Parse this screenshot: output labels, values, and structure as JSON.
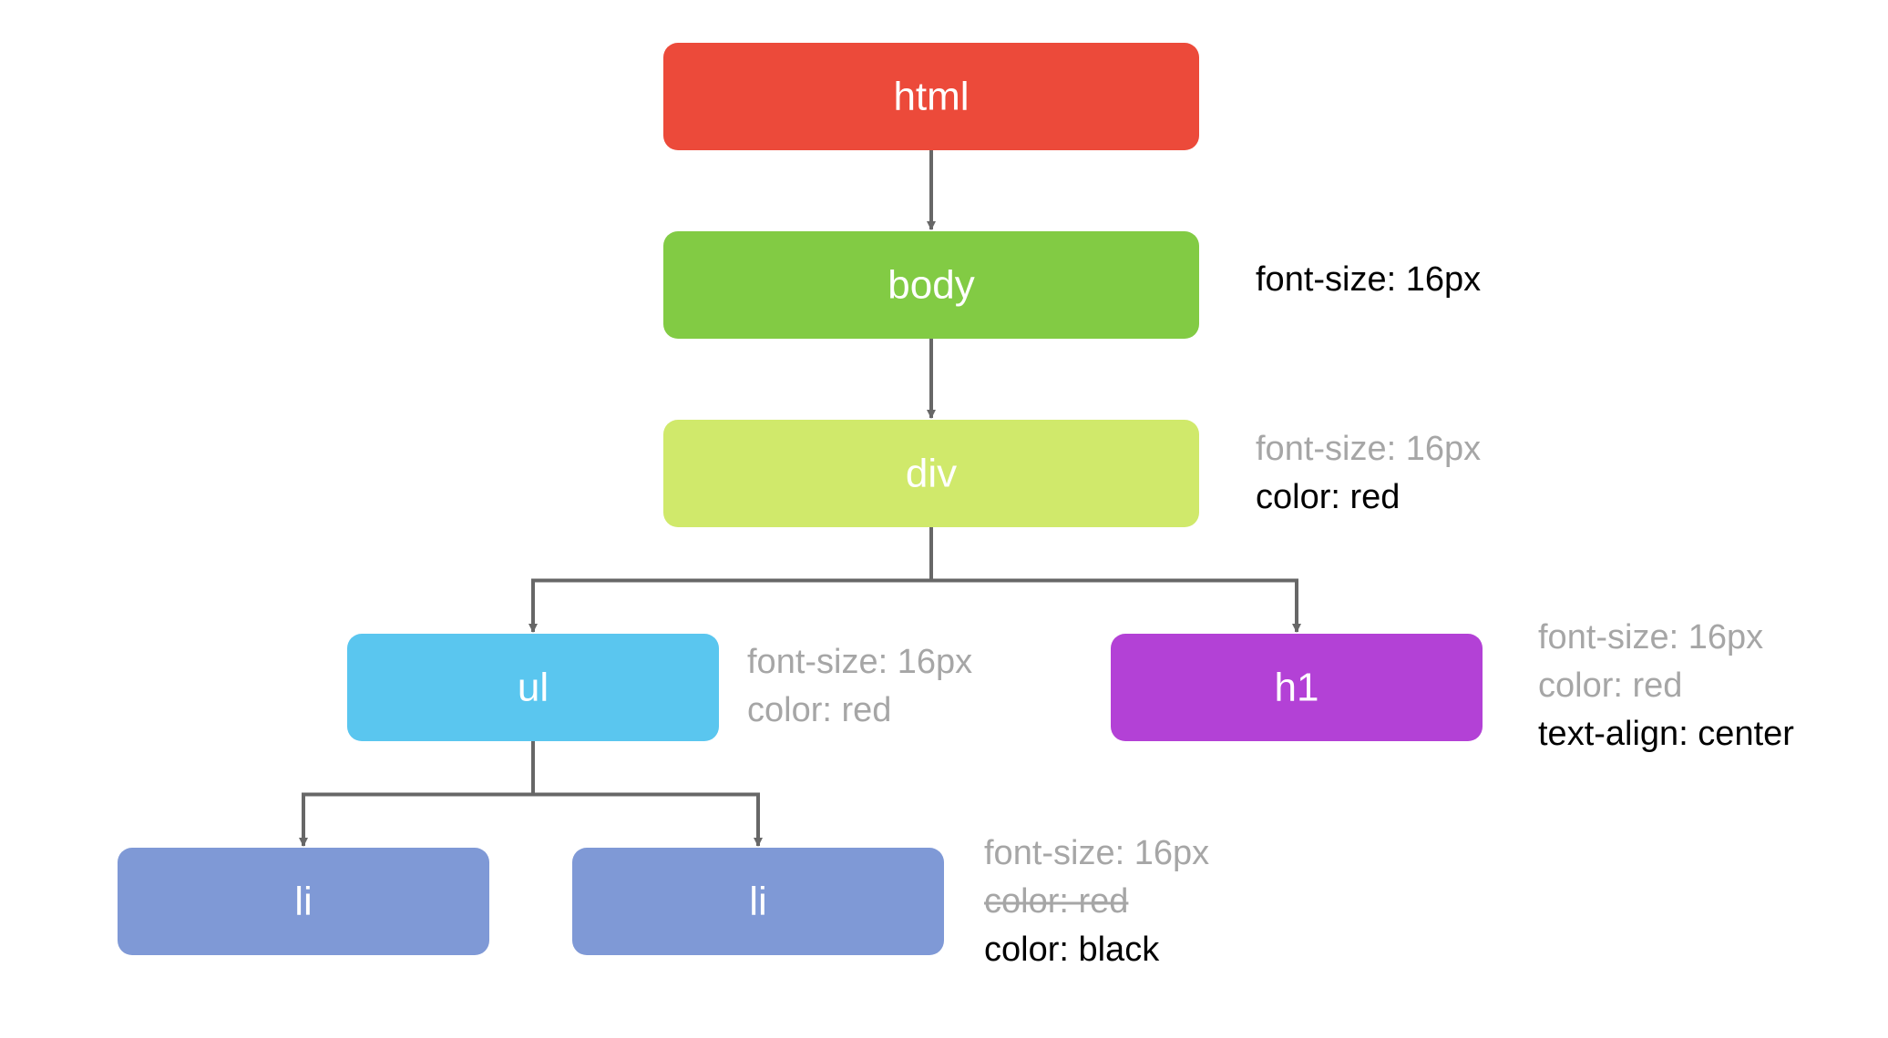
{
  "colors": {
    "edge": "#676767",
    "inherited_text": "#a6a6a6",
    "own_text": "#000000"
  },
  "nodes": {
    "html": {
      "label": "html",
      "color": "#ec4a3a"
    },
    "body": {
      "label": "body",
      "color": "#82cb44"
    },
    "div": {
      "label": "div",
      "color": "#d0e96b"
    },
    "ul": {
      "label": "ul",
      "color": "#5ac6ef"
    },
    "h1": {
      "label": "h1",
      "color": "#b341d6"
    },
    "li_left": {
      "label": "li",
      "color": "#7f99d6"
    },
    "li_right": {
      "label": "li",
      "color": "#7f99d6"
    }
  },
  "edges": [
    {
      "from": "html",
      "to": "body"
    },
    {
      "from": "body",
      "to": "div"
    },
    {
      "from": "div",
      "to": "ul"
    },
    {
      "from": "div",
      "to": "h1"
    },
    {
      "from": "ul",
      "to": "li_left"
    },
    {
      "from": "ul",
      "to": "li_right"
    }
  ],
  "annotations": {
    "body": [
      {
        "text": "font-size: 16px",
        "style": "own"
      }
    ],
    "div": [
      {
        "text": "font-size: 16px",
        "style": "inherited"
      },
      {
        "text": "color: red",
        "style": "own"
      }
    ],
    "ul": [
      {
        "text": "font-size: 16px",
        "style": "inherited"
      },
      {
        "text": "color: red",
        "style": "inherited"
      }
    ],
    "h1": [
      {
        "text": "font-size: 16px",
        "style": "inherited"
      },
      {
        "text": "color: red",
        "style": "inherited"
      },
      {
        "text": "text-align: center",
        "style": "own"
      }
    ],
    "li": [
      {
        "text": "font-size: 16px",
        "style": "inherited"
      },
      {
        "text": "color: red",
        "style": "overridden"
      },
      {
        "text": "color: black",
        "style": "own"
      }
    ]
  }
}
